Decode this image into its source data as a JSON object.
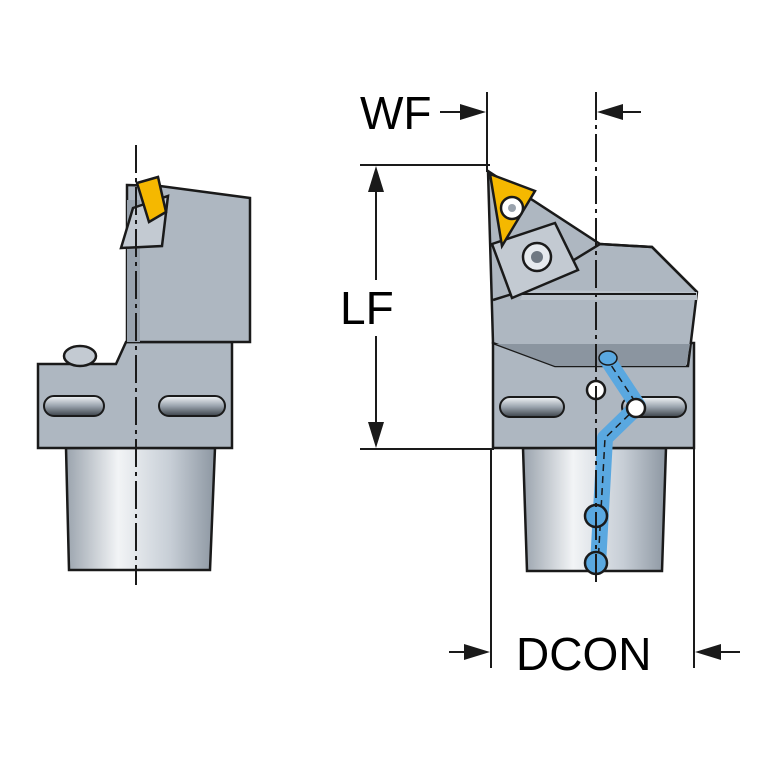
{
  "labels": {
    "wf": "WF",
    "lf": "LF",
    "dcon": "DCON"
  },
  "colors": {
    "body": "#aeb7c1",
    "body_dark": "#8b95a0",
    "shank_light": "#eceff2",
    "shank_mid": "#b3bcc6",
    "insert": "#f5b800",
    "coolant": "#5aa8e0",
    "outline": "#1a1a1a"
  },
  "icons": {
    "arrow": "arrow-icon",
    "screw": "torx-screw-icon"
  }
}
